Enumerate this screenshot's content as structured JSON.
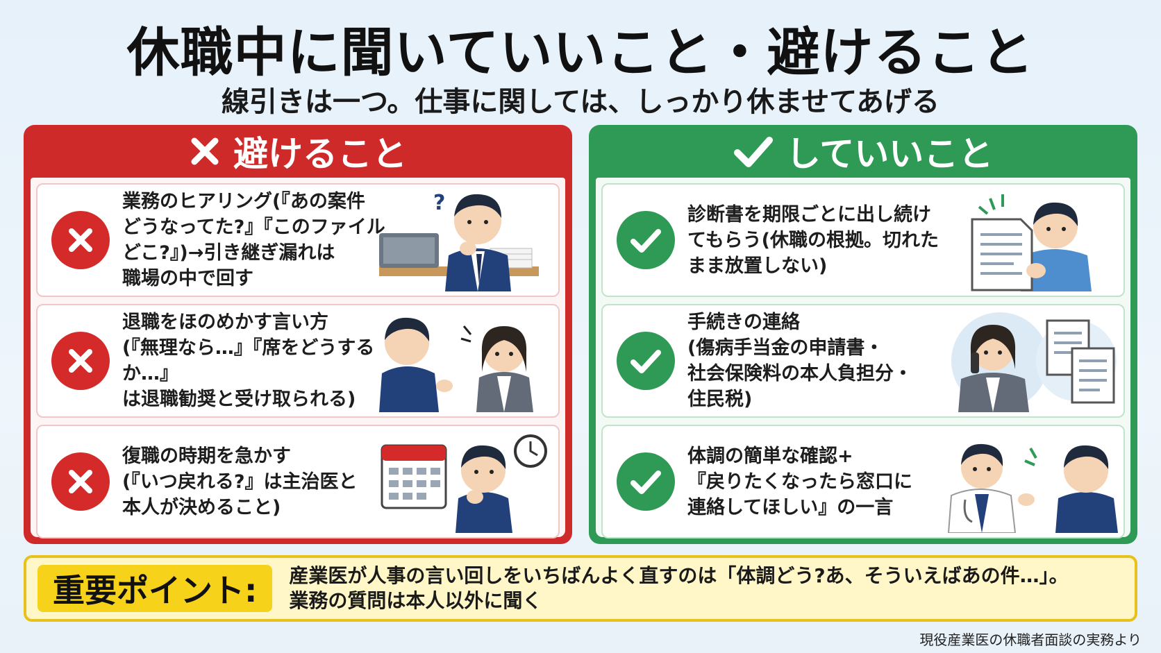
{
  "header": {
    "title": "休職中に聞いていいこと・避けること",
    "subtitle": "線引きは一つ。仕事に関しては、しっかり休ませてあげる"
  },
  "avoid": {
    "heading": "避けること",
    "items": [
      {
        "text": "業務のヒアリング(『あの案件\nどうなってた?』『このファイル\nどこ?』)→引き継ぎ漏れは\n職場の中で回す",
        "icon": "x-icon"
      },
      {
        "text": "退職をほのめかす言い方\n(『無理なら…』『席をどうするか…』\nは退職勧奨と受け取られる)",
        "icon": "x-icon"
      },
      {
        "text": "復職の時期を急かす\n(『いつ戻れる?』は主治医と\n本人が決めること)",
        "icon": "x-icon"
      }
    ]
  },
  "ok": {
    "heading": "していいこと",
    "items": [
      {
        "text": "診断書を期限ごとに出し続け\nてもらう(休職の根拠。切れた\nまま放置しない)",
        "icon": "check-icon"
      },
      {
        "text": "手続きの連絡\n(傷病手当金の申請書・\n社会保険料の本人負担分・\n住民税)",
        "icon": "check-icon"
      },
      {
        "text": "体調の簡単な確認+\n『戻りたくなったら窓口に\n連絡してほしい』の一言",
        "icon": "check-icon"
      }
    ]
  },
  "point": {
    "label": "重要ポイント:",
    "text": "産業医が人事の言い回しをいちばんよく直すのは「体調どう?あ、そういえばあの件…」。\n業務の質問は本人以外に聞く"
  },
  "source": "現役産業医の休職者面談の実務より",
  "colors": {
    "avoid": "#cf2a2a",
    "ok": "#2f9a55",
    "point_bg": "#fff7c8",
    "point_label": "#f7d21a"
  }
}
